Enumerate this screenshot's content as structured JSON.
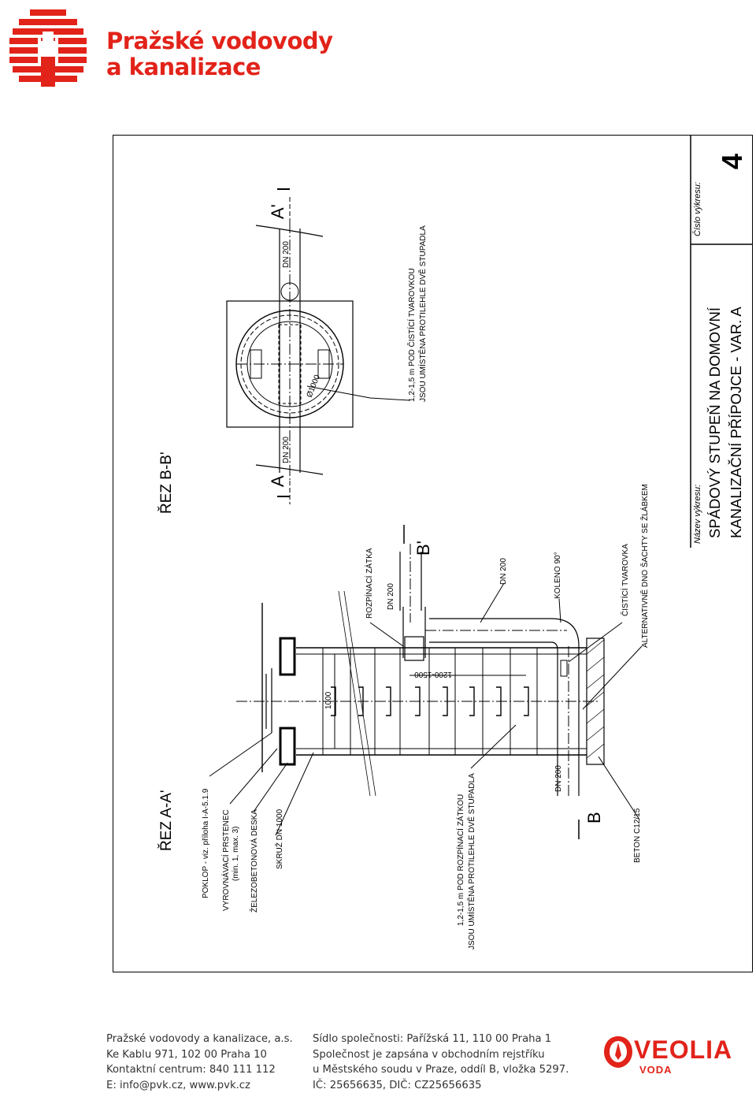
{
  "header": {
    "company_line1": "Pražské vodovody",
    "company_line2": "a kanalizace",
    "brand_color": "#e2231a"
  },
  "drawing": {
    "section_aa": "ŘEZ A-A'",
    "section_bb": "ŘEZ B-B'",
    "label_a": "A",
    "label_a_prime": "A'",
    "label_b": "B",
    "label_b_prime": "B'",
    "dn200": "DN 200",
    "phi1000": "Ø1000",
    "dim_1000": "1000",
    "dim_1200_1500": "1200-1500",
    "plan_note_1": "1,2-1,5 m POD ČISTÍCÍ TVAROVKOU",
    "plan_note_2": "JSOU UMÍSTĚNA PROTILEHLE DVĚ STUPADLA",
    "poklop": "POKLOP - viz. příloha I-A-5.1.9",
    "vyrovnavaci_1": "VYROVNÁVACÍ PRSTENEC",
    "vyrovnavaci_2": "(min. 1, max. 3)",
    "deska": "ŽELEZOBETONOVÁ DESKA",
    "skruz": "SKRUŽ DN 1000",
    "section_note_1": "1,2-1,5 m POD ROZPÍNACÍ ZÁTKOU",
    "section_note_2": "JSOU UMÍSTĚNA PROTILEHLE DVĚ STUPADLA",
    "zatka": "ROZPÍNACÍ ZÁTKA",
    "koleno": "KOLENO 90°",
    "cistici": "ČISTÍCÍ TVAROVKA",
    "alternativne": "ALTERNATIVNĚ DNO ŠACHTY SE ŽLÁBKEM",
    "beton": "BETON C12/15"
  },
  "title_block": {
    "name_label": "Název výkresu:",
    "title_line1": "SPÁDOVÝ STUPEŇ NA DOMOVNÍ",
    "title_line2": "KANALIZAČNÍ PŘÍPOJCE - VAR. A",
    "number_label": "Číslo výkresu:",
    "number": "4"
  },
  "footer": {
    "left_1": "Pražské vodovody a kanalizace, a.s.",
    "left_2": "Ke Kablu 971, 102 00 Praha 10",
    "left_3": "Kontaktní centrum: 840 111 112",
    "left_4": "E: info@pvk.cz, www.pvk.cz",
    "right_1": "Sídlo společnosti: Pařížská 11, 110 00  Praha 1",
    "right_2": "Společnost je zapsána v obchodním rejstříku",
    "right_3": "u Městského soudu v Praze, oddíl B, vložka 5297.",
    "right_4": "IČ: 25656635, DIČ: CZ25656635",
    "veolia": "VEOLIA",
    "veolia_sub": "VODA"
  }
}
